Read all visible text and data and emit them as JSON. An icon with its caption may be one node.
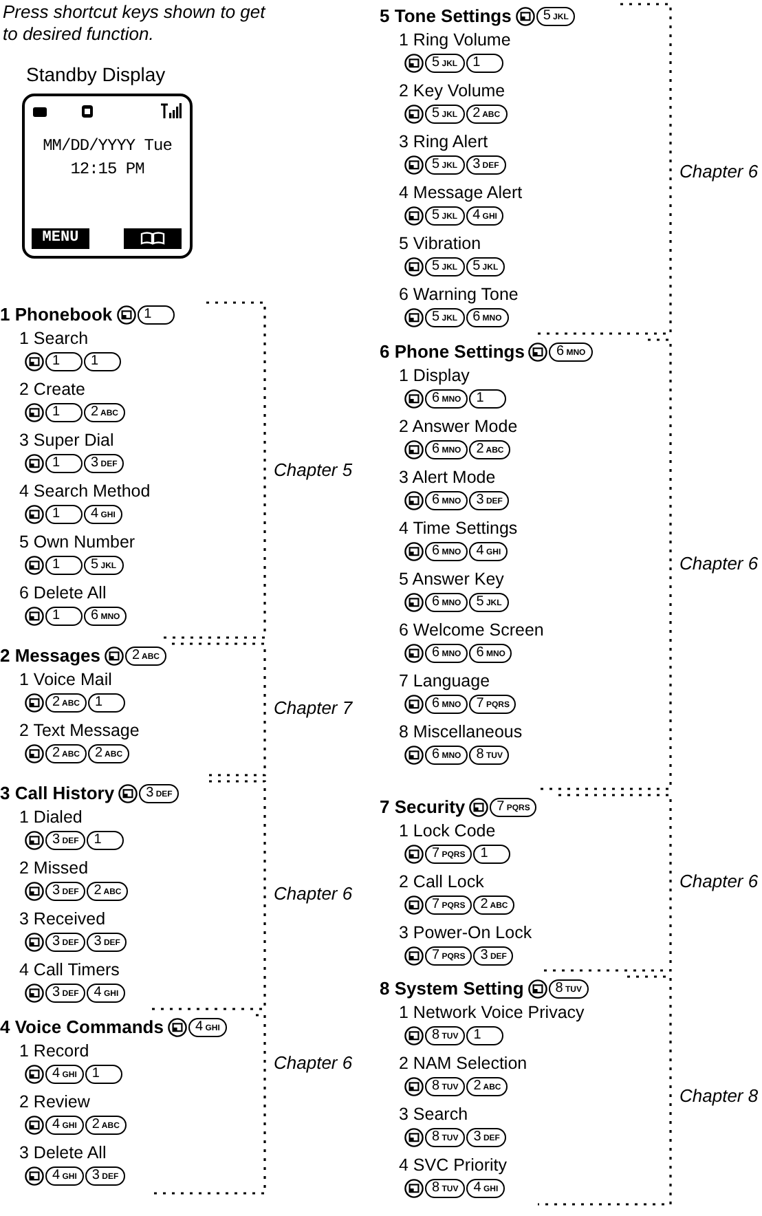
{
  "diagram": {
    "nodes": [
      {
        "text": [
          "Standby Display",
          "MM/DD/YYYY Tue",
          "12:15 PM",
          "MENU"
        ]
      },
      {
        "text": [
          "1 Phonebook",
          "1"
        ],
        "beside": [
          "Chapter 5"
        ]
      },
      {
        "text": [
          "1 Search",
          "1",
          "1"
        ],
        "in": 1
      },
      {
        "text": [
          "2 Create",
          "1",
          "2 ABC"
        ],
        "in": 1
      },
      {
        "text": [
          "3 Super Dial",
          "1",
          "3 DEF"
        ],
        "in": 1
      },
      {
        "text": [
          "4 Search Method",
          "1",
          "4 GHI"
        ],
        "in": 1
      },
      {
        "text": [
          "5 Own Number",
          "1",
          "5 JKL"
        ],
        "in": 1
      },
      {
        "text": [
          "6 Delete All",
          "1",
          "6 MNO"
        ],
        "in": 1
      },
      {
        "text": [
          "2 Messages",
          "2 ABC"
        ],
        "beside": [
          "Chapter 7"
        ]
      },
      {
        "text": [
          "1 Voice Mail",
          "2 ABC",
          "1"
        ],
        "in": 8
      },
      {
        "text": [
          "2 Text Message",
          "2 ABC",
          "2 ABC"
        ],
        "in": 8
      },
      {
        "text": [
          "3 Call History",
          "3 DEF"
        ],
        "beside": [
          "Chapter 6"
        ]
      },
      {
        "text": [
          "1 Dialed",
          "3 DEF",
          "1"
        ],
        "in": 11
      },
      {
        "text": [
          "2 Missed",
          "3 DEF",
          "2 ABC"
        ],
        "in": 11
      },
      {
        "text": [
          "3 Received",
          "3 DEF",
          "3 DEF"
        ],
        "in": 11
      },
      {
        "text": [
          "4 Call Timers",
          "3 DEF",
          "4 GHI"
        ],
        "in": 11
      },
      {
        "text": [
          "4 Voice Commands",
          "4 GHI"
        ],
        "beside": [
          "Chapter 6"
        ]
      },
      {
        "text": [
          "1 Record",
          "4 GHI",
          "1"
        ],
        "in": 16
      },
      {
        "text": [
          "2 Review",
          "4 GHI",
          "2 ABC"
        ],
        "in": 16
      },
      {
        "text": [
          "3 Delete All",
          "4 GHI",
          "3 DEF"
        ],
        "in": 16
      },
      {
        "text": [
          "5 Tone Settings",
          "5 JKL"
        ],
        "beside": [
          "Chapter 6"
        ]
      },
      {
        "text": [
          "1 Ring Volume",
          "5 JKL",
          "1"
        ],
        "in": 20
      },
      {
        "text": [
          "2 Key Volume",
          "5 JKL",
          "2 ABC"
        ],
        "in": 20
      },
      {
        "text": [
          "3 Ring Alert",
          "5 JKL",
          "3 DEF"
        ],
        "in": 20
      },
      {
        "text": [
          "4 Message Alert",
          "5 JKL",
          "4 GHI"
        ],
        "in": 20
      },
      {
        "text": [
          "5 Vibration",
          "5 JKL",
          "5 JKL"
        ],
        "in": 20
      },
      {
        "text": [
          "6 Warning Tone",
          "5 JKL",
          "6 MNO"
        ],
        "in": 20
      },
      {
        "text": [
          "6 Phone Settings",
          "6 MNO"
        ],
        "beside": [
          "Chapter 6"
        ]
      },
      {
        "text": [
          "1 Display",
          "6 MNO",
          "1"
        ],
        "in": 27
      },
      {
        "text": [
          "2 Answer Mode",
          "6 MNO",
          "2 ABC"
        ],
        "in": 27
      },
      {
        "text": [
          "3 Alert Mode",
          "6 MNO",
          "3 DEF"
        ],
        "in": 27
      },
      {
        "text": [
          "4 Time Settings",
          "6 MNO",
          "4 GHI"
        ],
        "in": 27
      },
      {
        "text": [
          "5 Answer Key",
          "6 MNO",
          "5 JKL"
        ],
        "in": 27
      },
      {
        "text": [
          "6 Welcome Screen",
          "6 MNO",
          "6 MNO"
        ],
        "in": 27
      },
      {
        "text": [
          "7 Language",
          "6 MNO",
          "7 PQRS"
        ],
        "in": 27
      },
      {
        "text": [
          "8 Miscellaneous",
          "6 MNO",
          "8 TUV"
        ],
        "in": 27
      },
      {
        "text": [
          "7 Security",
          "7 PQRS"
        ],
        "beside": [
          "Chapter 6"
        ]
      },
      {
        "text": [
          "1 Lock Code",
          "7 PQRS",
          "1"
        ],
        "in": 36
      },
      {
        "text": [
          "2 Call Lock",
          "7 PQRS",
          "2 ABC"
        ],
        "in": 36
      },
      {
        "text": [
          "3 Power-On Lock",
          "7 PQRS",
          "3 DEF"
        ],
        "in": 36
      },
      {
        "text": [
          "8 System Setting",
          "8 TUV"
        ],
        "beside": [
          "Chapter 8"
        ]
      },
      {
        "text": [
          "1 Network Voice Privacy",
          "8 TUV",
          "1"
        ],
        "in": 40
      },
      {
        "text": [
          "2 NAM Selection",
          "8 TUV",
          "2 ABC"
        ],
        "in": 40
      },
      {
        "text": [
          "3 Search",
          "8 TUV",
          "3 DEF"
        ],
        "in": 40
      },
      {
        "text": [
          "4 SVC Priority",
          "8 TUV",
          "4 GHI"
        ],
        "in": 40
      }
    ],
    "labels": [
      "Press shortcut keys shown to get to desired function."
    ]
  }
}
